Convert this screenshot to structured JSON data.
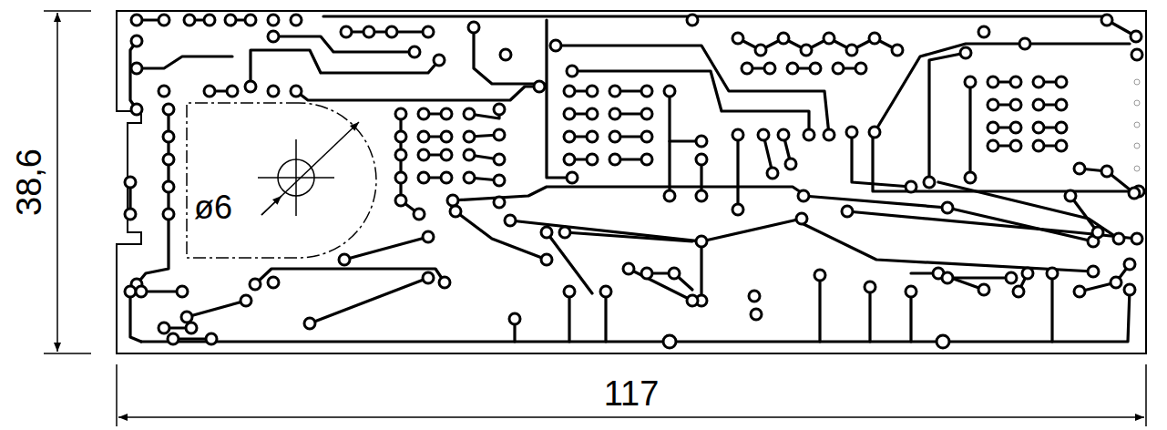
{
  "diagram": {
    "labels": [
      "38,6",
      "117",
      "ø6"
    ]
  }
}
